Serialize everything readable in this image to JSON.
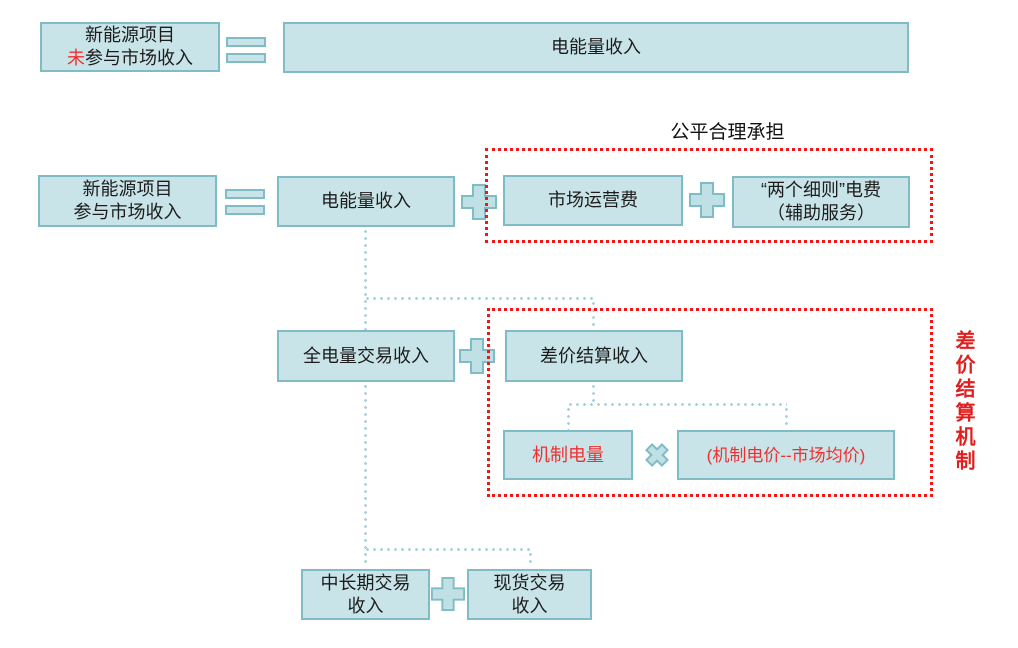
{
  "colors": {
    "box_fill": "#c8e4e8",
    "box_border": "#7fbcc6",
    "connector_dot": "#a5d2da",
    "red_accent": "#f71414",
    "red_text": "#f03030",
    "text": "#1c1c1c"
  },
  "row1": {
    "left_box": {
      "line1": "新能源项目",
      "line2_prefix": "未",
      "line2_rest": "参与市场收入"
    },
    "operator": "=",
    "right_box": "电能量收入"
  },
  "fair_share_label": "公平合理承担",
  "row2": {
    "left_box": {
      "line1": "新能源项目",
      "line2": "参与市场收入"
    },
    "operator": "=",
    "energy_box": "电能量收入",
    "plus1": "+",
    "market_fee_box": "市场运营费",
    "plus2": "+",
    "two_rules_box": {
      "line1": "“两个细则”电费",
      "line2": "（辅助服务）"
    }
  },
  "row3": {
    "full_volume_box": "全电量交易收入",
    "plus": "+",
    "spread_settlement_box": "差价结算收入"
  },
  "mechanism": {
    "volume_box": "机制电量",
    "multiply": "×",
    "price_diff_box": "(机制电价--市场均价)"
  },
  "row5": {
    "mid_long_term_box": {
      "line1": "中长期交易",
      "line2": "收入"
    },
    "plus": "+",
    "spot_box": {
      "line1": "现货交易",
      "line2": "收入"
    }
  },
  "side_label": "差价结算机制"
}
